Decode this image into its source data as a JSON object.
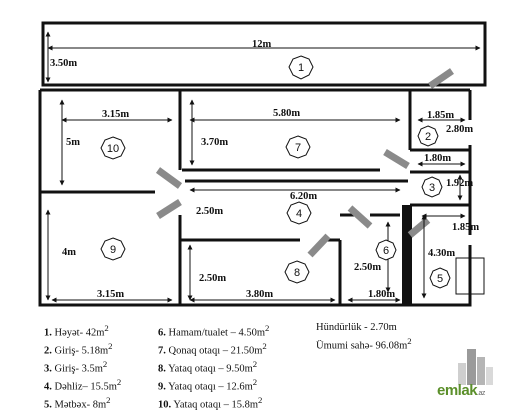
{
  "dimensions": {
    "d_12m": "12m",
    "d_3_50m": "3.50m",
    "d_3_15m_top": "3.15m",
    "d_5m": "5m",
    "d_5_80m": "5.80m",
    "d_3_70m": "3.70m",
    "d_1_85m_top": "1.85m",
    "d_2_80m": "2.80m",
    "d_1_80m_top": "1.80m",
    "d_1_92m": "1.92m",
    "d_6_20m": "6.20m",
    "d_2_50m_hall": "2.50m",
    "d_1_85m_right": "1.85m",
    "d_4_30m": "4.30m",
    "d_4m": "4m",
    "d_2_50m_bed": "2.50m",
    "d_2_50m_bath": "2.50m",
    "d_3_15m_bottom": "3.15m",
    "d_3_80m": "3.80m",
    "d_1_80m_bottom": "1.80m"
  },
  "rooms": [
    "1",
    "2",
    "3",
    "4",
    "5",
    "6",
    "7",
    "8",
    "9",
    "10"
  ],
  "legend": {
    "col1": [
      {
        "n": "1.",
        "t": " Həyət-   42m",
        "s": "2"
      },
      {
        "n": "2.",
        "t": " Giriş- 5.18m",
        "s": "2"
      },
      {
        "n": "3.",
        "t": " Giriş- 3.5m",
        "s": "2"
      },
      {
        "n": "4.",
        "t": " Dəhliz– 15.5m",
        "s": "2"
      },
      {
        "n": "5.",
        "t": " Mətbəx- 8m",
        "s": "2"
      }
    ],
    "col2": [
      {
        "n": "6.",
        "t": " Hamam/tualet – 4.50m",
        "s": "2"
      },
      {
        "n": "7.",
        "t": " Qonaq otaqı – 21.50m",
        "s": "2"
      },
      {
        "n": "8.",
        "t": " Yataq otaqı – 9.50m",
        "s": "2"
      },
      {
        "n": "9.",
        "t": " Yataq otaqı – 12.6m",
        "s": "2"
      },
      {
        "n": "10.",
        "t": " Yataq otaqı – 15.8m",
        "s": "2"
      }
    ],
    "height": "Hündürlük - 2.70m",
    "total": {
      "t": "Ümumi sahə- 96.08m",
      "s": "2"
    }
  },
  "logo": {
    "brand": "emlak",
    "tld": ".az"
  },
  "colors": {
    "wall": "#111111",
    "door": "#8a8a8a",
    "logo_green": "#5b8f2a"
  }
}
